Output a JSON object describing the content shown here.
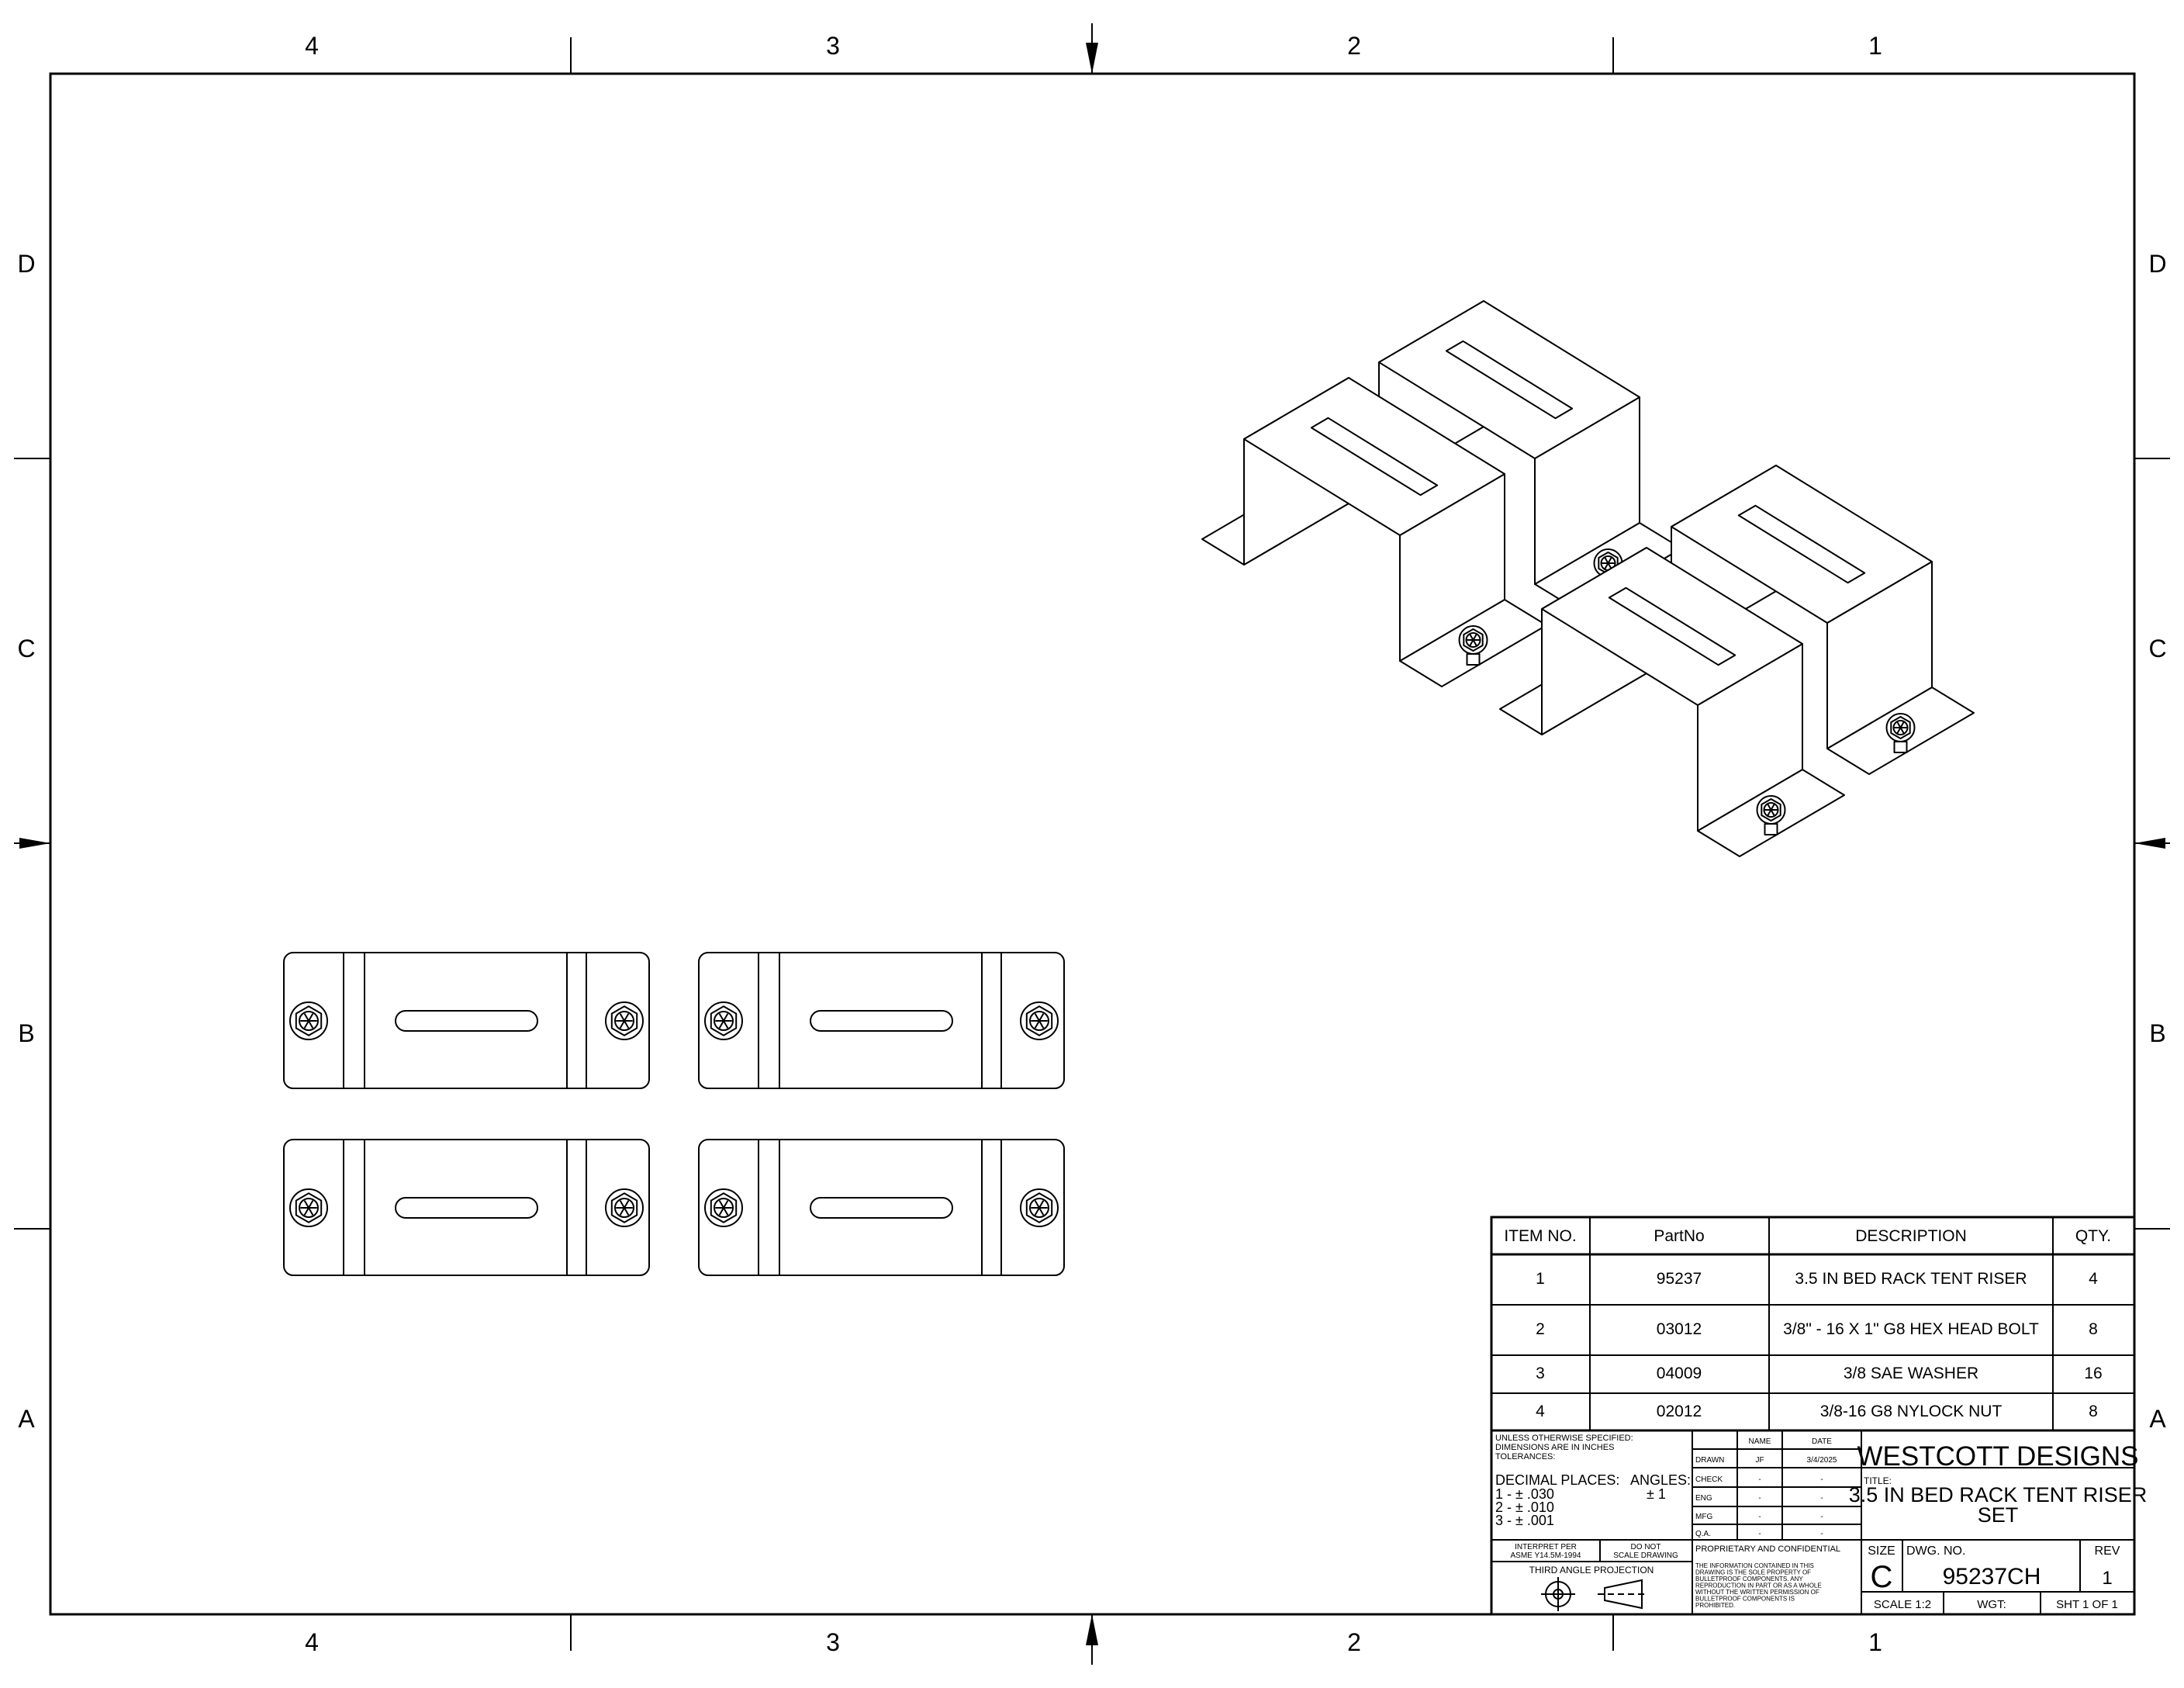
{
  "zones": {
    "columns": [
      "4",
      "3",
      "2",
      "1"
    ],
    "rows": [
      "D",
      "C",
      "B",
      "A"
    ]
  },
  "bom": {
    "headers": [
      "ITEM NO.",
      "PartNo",
      "DESCRIPTION",
      "QTY."
    ],
    "rows": [
      [
        "1",
        "95237",
        "3.5 IN BED RACK TENT RISER",
        "4"
      ],
      [
        "2",
        "03012",
        "3/8\" - 16 X 1\" G8 HEX HEAD BOLT",
        "8"
      ],
      [
        "3",
        "04009",
        "3/8 SAE WASHER",
        "16"
      ],
      [
        "4",
        "02012",
        "3/8-16 G8 NYLOCK NUT",
        "8"
      ]
    ]
  },
  "title_block": {
    "unless": "UNLESS OTHERWISE SPECIFIED:",
    "dims": "DIMENSIONS ARE IN INCHES",
    "tolerances": "TOLERANCES:",
    "decimal_places": "DECIMAL PLACES:",
    "angles": "ANGLES:",
    "tol1": "1 - ± .030",
    "tol2": "2 - ± .010",
    "tol3": "3 - ± .001",
    "angle_tol": "± 1",
    "interpret1": "INTERPRET PER",
    "interpret2": "ASME Y14.5M-1994",
    "noscale1": "DO NOT",
    "noscale2": "SCALE DRAWING",
    "projection": "THIRD ANGLE PROJECTION",
    "name_header": "NAME",
    "date_header": "DATE",
    "approvals": [
      {
        "role": "DRAWN",
        "name": "JF",
        "date": "3/4/2025"
      },
      {
        "role": "CHECK",
        "name": "-",
        "date": "-"
      },
      {
        "role": "ENG",
        "name": "-",
        "date": "-"
      },
      {
        "role": "MFG",
        "name": "-",
        "date": "-"
      },
      {
        "role": "Q.A.",
        "name": "-",
        "date": "-"
      }
    ],
    "proprietary": "PROPRIETARY AND CONFIDENTIAL",
    "notice": [
      "THE INFORMATION CONTAINED IN THIS",
      "DRAWING IS THE SOLE PROPERTY OF",
      "BULLETPROOF COMPONENTS.  ANY",
      "REPRODUCTION IN PART OR AS A WHOLE",
      "WITHOUT THE WRITTEN PERMISSION OF",
      "BULLETPROOF COMPONENTS IS",
      "PROHIBITED."
    ],
    "company": "WESTCOTT DESIGNS",
    "title_label": "TITLE:",
    "title_line1": "3.5 IN BED RACK TENT RISER",
    "title_line2": "SET",
    "size_label": "SIZE",
    "size": "C",
    "dwg_label": "DWG.  NO.",
    "dwg_no": "95237CH",
    "rev_label": "REV",
    "rev": "1",
    "scale": "SCALE 1:2",
    "weight": "WGT:",
    "sheet": "SHT  1  OF  1"
  }
}
